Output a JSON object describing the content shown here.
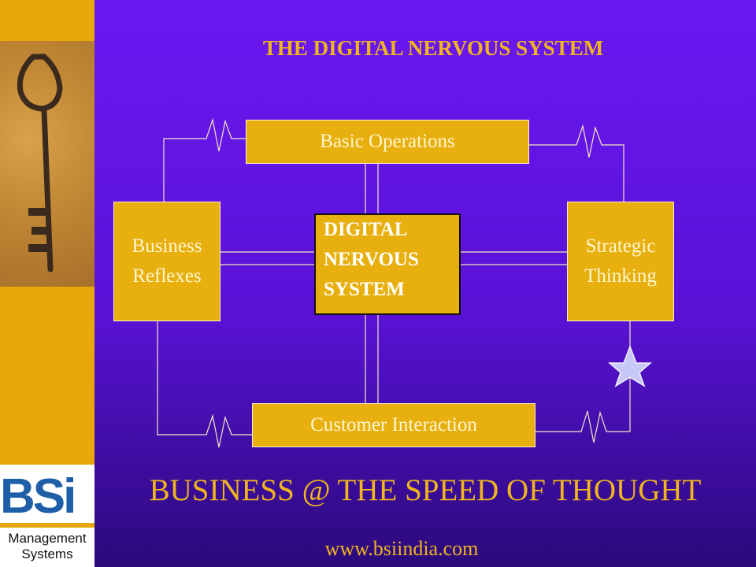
{
  "title": "THE DIGITAL  NERVOUS SYSTEM",
  "boxes": {
    "top": "Basic Operations",
    "left_line1": "Business",
    "left_line2": "Reflexes",
    "center_line1": "DIGITAL",
    "center_line2": "NERVOUS",
    "center_line3": "SYSTEM",
    "right_line1": "Strategic",
    "right_line2": "Thinking",
    "bottom": "Customer  Interaction"
  },
  "tagline": "BUSINESS @ THE SPEED OF THOUGHT",
  "url": "www.bsiindia.com",
  "logo": {
    "text": "BSi",
    "line1": "Management",
    "line2": "Systems"
  },
  "colors": {
    "background": "#6a18f2",
    "accent": "#e8b00e",
    "title": "#f0b41e",
    "logo_blue": "#1f5fa8"
  },
  "icons": [
    "key-photo",
    "star-icon",
    "zigzag-signal-icon"
  ]
}
